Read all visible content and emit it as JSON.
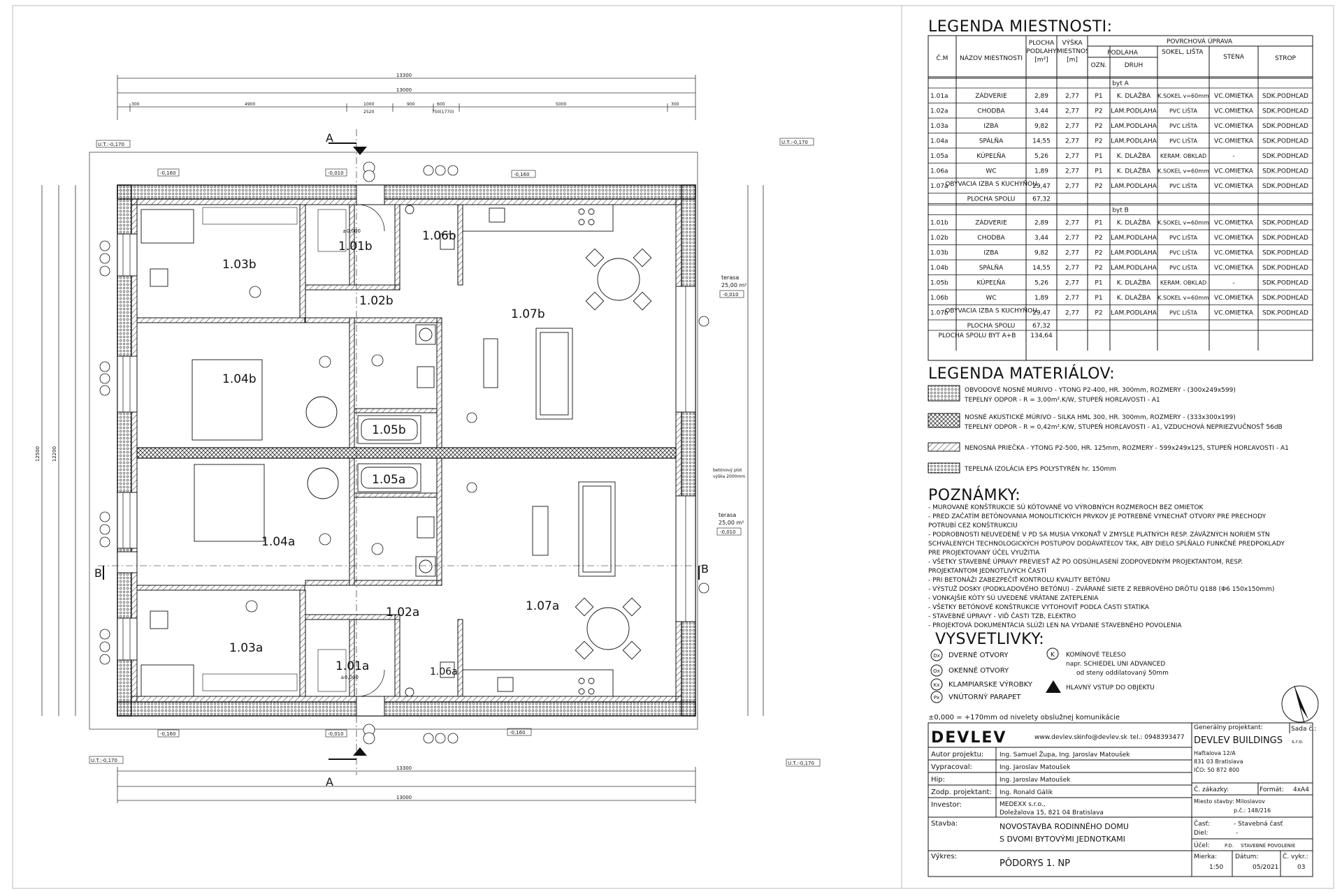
{
  "room_legend": {
    "title": "LEGENDA MIESTNOSTI:",
    "headers": {
      "num": "Č.M",
      "name": "NÁZOV MIESTNOSTI",
      "area": "PLOCHA PODLAHY [m²]",
      "height": "VÝŠKA MIESTNOSTI [m]",
      "surface": "POVRCHOVÁ ÚPRAVA",
      "floor": "PODLAHA",
      "ozn": "OZN.",
      "druh": "DRUH",
      "sokel": "SOKEL, LIŠTA",
      "stena": "STENA",
      "strop": "STROP"
    },
    "unit_a_label": "byt A",
    "unit_b_label": "byt B",
    "unit_a": [
      {
        "num": "1.01a",
        "name": "ZÁDVERIE",
        "area": "2,89",
        "height": "2,77",
        "ozn": "P1",
        "druh": "K. DLAŽBA",
        "sokel": "K.SOKEL v=60mm",
        "stena": "VC.OMIETKA",
        "strop": "SDK.PODHĽAD"
      },
      {
        "num": "1.02a",
        "name": "CHODBA",
        "area": "3,44",
        "height": "2,77",
        "ozn": "P2",
        "druh": "LAM.PODLAHA",
        "sokel": "PVC LIŠTA",
        "stena": "VC.OMIETKA",
        "strop": "SDK.PODHĽAD"
      },
      {
        "num": "1.03a",
        "name": "IZBA",
        "area": "9,82",
        "height": "2,77",
        "ozn": "P2",
        "druh": "LAM.PODLAHA",
        "sokel": "PVC LIŠTA",
        "stena": "VC.OMIETKA",
        "strop": "SDK.PODHĽAD"
      },
      {
        "num": "1.04a",
        "name": "SPÁLŇA",
        "area": "14,55",
        "height": "2,77",
        "ozn": "P2",
        "druh": "LAM.PODLAHA",
        "sokel": "PVC LIŠTA",
        "stena": "VC.OMIETKA",
        "strop": "SDK.PODHĽAD"
      },
      {
        "num": "1.05a",
        "name": "KÚPEĽŇA",
        "area": "5,26",
        "height": "2,77",
        "ozn": "P1",
        "druh": "K. DLAŽBA",
        "sokel": "KERAM. OBKLAD",
        "stena": "-",
        "strop": "SDK.PODHĽAD"
      },
      {
        "num": "1.06a",
        "name": "WC",
        "area": "1,89",
        "height": "2,77",
        "ozn": "P1",
        "druh": "K. DLAŽBA",
        "sokel": "K.SOKEL v=60mm",
        "stena": "VC.OMIETKA",
        "strop": "SDK.PODHĽAD"
      },
      {
        "num": "1.07a",
        "name": "OBÝVACIA IZBA S KUCHYŇOU",
        "area": "29,47",
        "height": "2,77",
        "ozn": "P2",
        "druh": "LAM.PODLAHA",
        "sokel": "PVC LIŠTA",
        "stena": "VC.OMIETKA",
        "strop": "SDK.PODHĽAD"
      }
    ],
    "unit_a_total_label": "PLOCHA SPOLU",
    "unit_a_total": "67,32",
    "unit_b": [
      {
        "num": "1.01b",
        "name": "ZÁDVERIE",
        "area": "2,89",
        "height": "2,77",
        "ozn": "P1",
        "druh": "K. DLAŽBA",
        "sokel": "K.SOKEL v=60mm",
        "stena": "VC.OMIETKA",
        "strop": "SDK.PODHĽAD"
      },
      {
        "num": "1.02b",
        "name": "CHODBA",
        "area": "3,44",
        "height": "2,77",
        "ozn": "P2",
        "druh": "LAM.PODLAHA",
        "sokel": "PVC LIŠTA",
        "stena": "VC.OMIETKA",
        "strop": "SDK.PODHĽAD"
      },
      {
        "num": "1.03b",
        "name": "IZBA",
        "area": "9,82",
        "height": "2,77",
        "ozn": "P2",
        "druh": "LAM.PODLAHA",
        "sokel": "PVC LIŠTA",
        "stena": "VC.OMIETKA",
        "strop": "SDK.PODHĽAD"
      },
      {
        "num": "1.04b",
        "name": "SPÁLŇA",
        "area": "14,55",
        "height": "2,77",
        "ozn": "P2",
        "druh": "LAM.PODLAHA",
        "sokel": "PVC LIŠTA",
        "stena": "VC.OMIETKA",
        "strop": "SDK.PODHĽAD"
      },
      {
        "num": "1.05b",
        "name": "KÚPEĽŇA",
        "area": "5,26",
        "height": "2,77",
        "ozn": "P1",
        "druh": "K. DLAŽBA",
        "sokel": "KERAM. OBKLAD",
        "stena": "-",
        "strop": "SDK.PODHĽAD"
      },
      {
        "num": "1.06b",
        "name": "WC",
        "area": "1,89",
        "height": "2,77",
        "ozn": "P1",
        "druh": "K. DLAŽBA",
        "sokel": "K.SOKEL v=60mm",
        "stena": "VC.OMIETKA",
        "strop": "SDK.PODHĽAD"
      },
      {
        "num": "1.07b",
        "name": "OBÝVACIA IZBA S KUCHYŇOU",
        "area": "29,47",
        "height": "2,77",
        "ozn": "P2",
        "druh": "LAM.PODLAHA",
        "sokel": "PVC LIŠTA",
        "stena": "VC.OMIETKA",
        "strop": "SDK.PODHĽAD"
      }
    ],
    "unit_b_total_label": "PLOCHA SPOLU",
    "unit_b_total": "67,32",
    "grand_total_label": "PLOCHA SPOLU BYT A+B",
    "grand_total": "134,64"
  },
  "material_legend": {
    "title": "LEGENDA MATERIÁLOV:",
    "items": [
      {
        "line1": "OBVODOVÉ NOSNÉ MURIVO - YTONG P2-400, HR. 300mm, ROZMERY - (300x249x599)",
        "line2": "TEPELNÝ ODPOR - R = 3,00m².K/W,  STUPEŇ HORĽAVOSTI - A1"
      },
      {
        "line1": "NOSNÉ AKUSTICKÉ MÚRIVO - SILKA HML 300, HR. 300mm, ROZMERY - (333x300x199)",
        "line2": "TEPELNÝ ODPOR - R = 0,42m².K/W,  STUPEŇ HORĽAVOSTI - A1, VZDUCHOVÁ NEPRIEZVUČNOSŤ 56dB"
      },
      {
        "line1": "NENOSNÁ PRIEČKA - YTONG P2-500, HR. 125mm, ROZMERY - 599x249x125, STUPEŇ HORĽAVOSTI - A1",
        "line2": ""
      },
      {
        "line1": "TEPELNÁ IZOLÁCIA EPS POLYSTYRÉN hr. 150mm",
        "line2": ""
      }
    ]
  },
  "notes": {
    "title": "POZNÁMKY:",
    "lines": [
      "- MUROVANÉ KONŠTRUKCIE SÚ KÓTOVANÉ VO VÝROBNÝCH ROZMEROCH BEZ OMIETOK",
      "- PRED ZAČATÍM BETÓNOVANIA MONOLITICKÝCH PRVKOV JE POTREBNÉ VYNECHAŤ OTVORY PRE PRECHODY",
      "  POTRUBÍ CEZ KONŠTRUKCIU",
      "- PODROBNOSTI NEUVEDENÉ V PD SA MUSIA VYKONAŤ V ZMYSLE PLATNÝCH RESP. ZÁVÄZNÝCH NORIEM STN",
      "  SCHVÁLENÝCH TECHNOLOGICKÝCH POSTUPOV DODÁVATEĽOV TAK, ABY DIELO SPĹŇALO FUNKČNÉ PREDPOKLADY",
      "  PRE PROJEKTOVANÝ ÚČEL VYUŽITIA",
      "- VŠETKY STAVEBNÉ ÚPRAVY PREVIESŤ AŽ PO ODSÚHLASENÍ ZODPOVEDNÝM PROJEKTANTOM, RESP.",
      "  PROJEKTANTOM JEDNOTLIVÝCH ČASTÍ",
      "- PRI BETONÁŽI ZABEZPEČIŤ KONTROLU KVALITY BETÓNU",
      "- VÝSTUŽ DOSKY (PODKLADOVÉHO BETÓNU) - ZVÁRANÉ SIETE Z REBROVÉHO DRÔTU Q188 (Φ6 150x150mm)",
      "- VONKAJŠIE KÓTY SÚ UVEDENÉ VRÁTANE ZATEPLENIA",
      "- VŠETKY BETÓNOVÉ KONŠTRUKCIE VYTOHOVIŤ PODĽA ČASTI STATIKA",
      "- STAVEBNÉ ÚPRAVY - VIĎ ČASTI TZB, ELEKTRO",
      "- PROJEKTOVÁ DOKUMENTÁCIA SLÚŽI LEN NA VYDANIE STAVEBNÉHO POVOLENIA"
    ]
  },
  "explanations": {
    "title": "VYSVETLIVKY:",
    "left": [
      {
        "symbol": "Dx",
        "text": "DVERNÉ OTVORY"
      },
      {
        "symbol": "Ox",
        "text": "OKENNÉ OTVORY"
      },
      {
        "symbol": "Kx",
        "text": "KLAMPIARSKE VÝROBKY"
      },
      {
        "symbol": "Px",
        "text": "VNÚTORNÝ PARAPET"
      }
    ],
    "right_symbol": "K",
    "right_line1": "KOMÍNOVÉ TELESO",
    "right_line2": "napr. SCHIEDEL UNI ADVANCED",
    "right_line3": "od steny oddilatovaný 50mm",
    "right_line4": "HLAVNÝ VSTUP DO OBJEKTU"
  },
  "elevation_note": "±0,000 = +170mm od nivelety obslužnej komunikácie",
  "title_block": {
    "logo": "DEVLEV",
    "web": "www.devlev.sk",
    "email": "info@devlev.sk",
    "phone": "tel.: 0948393477",
    "gen_label": "Generálny projektant:",
    "gen_name": "DEVLEV BUILDINGS",
    "gen_suffix": "s.r.o.",
    "gen_addr1": "Haťtalova 12/A",
    "gen_addr2": "831 03 Bratislava",
    "gen_ico": "IČO: 50 872 800",
    "sheet_label": "Sada č.:",
    "author_label": "Autor projektu:",
    "author": "Ing. Samuel Župa, Ing. Jaroslav Matoušek",
    "drawn_label": "Vypracoval:",
    "drawn": "Ing. Jaroslav Matoušek",
    "check_label": "Hip:",
    "check": "Ing. Jaroslav Matoušek",
    "resp_label": "Zodp. projektant:",
    "resp": "Ing. Ronald Gálik",
    "investor_label": "Investor:",
    "investor1": "MEDEXX s.r.o.,",
    "investor2": "Doležalova 15, 821 04 Bratislava",
    "order_label": "Č. zákazky:",
    "format_label": "Formát:",
    "format": "4xA4",
    "place_label": "Miesto stavby:",
    "place": "Miloslavov",
    "parcel": "p.č.: 148/216",
    "building_label": "Stavba:",
    "building1": "NOVOSTAVBA RODINNÉHO DOMU",
    "building2": "S DVOMI BYTOVÝMI JEDNOTKAMI",
    "part_label": "Časť:",
    "part": "- Stavebná časť",
    "diel_label": "Diel:",
    "diel": "-",
    "purpose_label": "Účel:",
    "purpose1": "P.D.",
    "purpose2": "STAVEBNÉ POVOLENIE",
    "drawing_label": "Výkres:",
    "drawing": "PÔDORYS 1. NP",
    "scale_label": "Mierka:",
    "scale": "1:50",
    "date_label": "Dátum:",
    "date": "05/2021",
    "num_label": "Č. vykr.:",
    "num": "03"
  },
  "plan": {
    "rooms": [
      {
        "id": "1.01b"
      },
      {
        "id": "1.06b"
      },
      {
        "id": "1.03b"
      },
      {
        "id": "1.02b"
      },
      {
        "id": "1.07b"
      },
      {
        "id": "1.04b"
      },
      {
        "id": "1.05b"
      },
      {
        "id": "1.05a"
      },
      {
        "id": "1.04a"
      },
      {
        "id": "1.02a"
      },
      {
        "id": "1.07a"
      },
      {
        "id": "1.03a"
      },
      {
        "id": "1.01a"
      },
      {
        "id": "1.06a"
      }
    ],
    "terrace_top_label": "terasa",
    "terrace_top_area": "25,00 m²",
    "terrace_top_level": "-0,010",
    "terrace_bottom_label": "terasa",
    "terrace_bottom_area": "25,00 m²",
    "terrace_bottom_level": "-0,010",
    "ut_top_left": "U.T.:-0,170",
    "ut_top_right": "U.T.:-0,170",
    "ut_bottom_left": "U.T.:-0,170",
    "ut_bottom_right": "U.T.:-0,170",
    "lvl_160": "-0,160",
    "lvl_010": "-0,010",
    "lvl_zero": "±0,000",
    "fence_note1": "betónový plot",
    "fence_note2": "výška 2000mm",
    "section_a": "A",
    "section_b": "B",
    "dim_total": "13300",
    "dim_inner": "13000",
    "dims_top": [
      "300",
      "4900",
      "1000",
      "900",
      "600",
      "5000",
      "300"
    ],
    "dim_2520": "2520",
    "dim_750": "750(1770)",
    "dim_height": "12500",
    "dim_height2": "12200"
  }
}
